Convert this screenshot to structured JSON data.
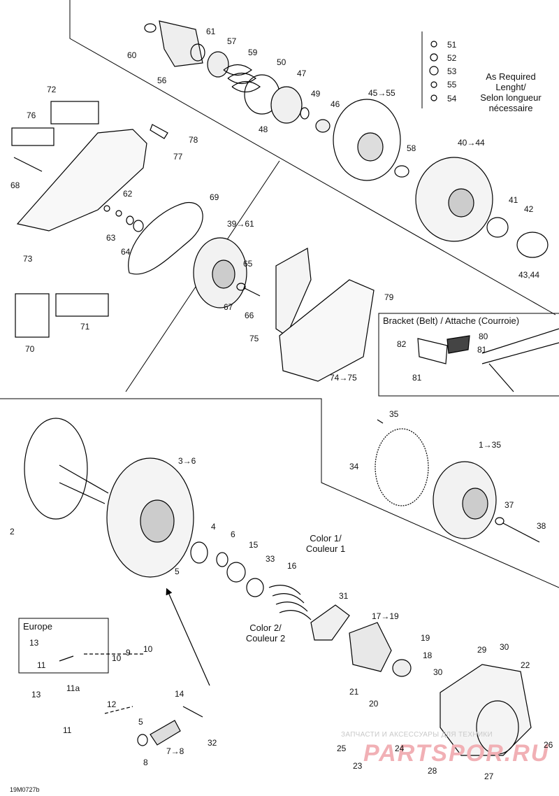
{
  "figure": {
    "ref_code": "19M0727b",
    "notes": {
      "as_required": [
        "As Required",
        "Lenght/",
        "Selon longueur",
        "nécessaire"
      ],
      "bracket_title": "Bracket (Belt) / Attache (Courroie)",
      "europe_title": "Europe",
      "color1": [
        "Color 1/",
        "Couleur 1"
      ],
      "color2": [
        "Color 2/",
        "Couleur 2"
      ]
    },
    "watermark": {
      "small": "ЗАПЧАСТИ И АКСЕССУАРЫ ДЛЯ ТЕХНИКИ",
      "big": "PARTSPOR.RU"
    }
  },
  "callouts": [
    "60",
    "61",
    "57",
    "59",
    "50",
    "47",
    "49",
    "46",
    "48",
    "56",
    "45→55",
    "58",
    "40→44",
    "41",
    "42",
    "43,44",
    "51",
    "52",
    "53",
    "55",
    "54",
    "72",
    "76",
    "78",
    "77",
    "68",
    "62",
    "63",
    "64",
    "69",
    "39→61",
    "65",
    "67",
    "66",
    "73",
    "79",
    "75",
    "74→75",
    "70",
    "71",
    "80",
    "81",
    "82",
    "81",
    "35",
    "1→35",
    "34",
    "37",
    "38",
    "3→6",
    "2",
    "4",
    "6",
    "15",
    "5",
    "33",
    "16",
    "31",
    "17→19",
    "19",
    "18",
    "22",
    "30",
    "29",
    "30",
    "21",
    "20",
    "13",
    "11",
    "9",
    "10",
    "10",
    "11a",
    "12",
    "13",
    "11",
    "14",
    "5",
    "7→8",
    "8",
    "32",
    "25",
    "24",
    "23",
    "26",
    "28",
    "27"
  ]
}
